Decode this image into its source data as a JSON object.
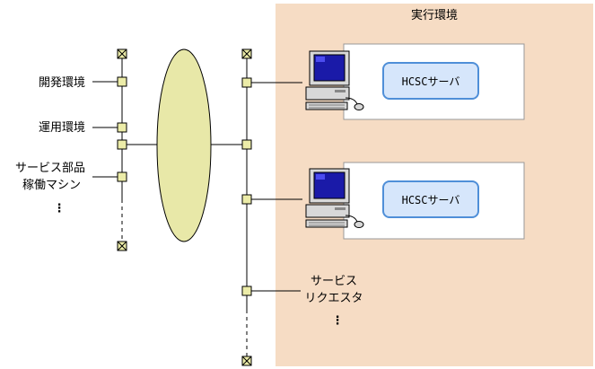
{
  "environment": {
    "title": "実行環境",
    "fill_color": "#f6dcc4"
  },
  "left_bus": {
    "labels": [
      "開発環境",
      "運用環境",
      "サービス部品",
      "稼働マシン"
    ],
    "ellipsis": "⋮"
  },
  "right_bus": {
    "requester_labels": [
      "サービス",
      "リクエスタ"
    ],
    "ellipsis": "⋮"
  },
  "servers": [
    {
      "label": "HCSCサーバ"
    },
    {
      "label": "HCSCサーバ"
    }
  ],
  "colors": {
    "network_ellipse": "#e8e8a8",
    "hcsc_box": "#d6e6fb",
    "hcsc_border": "#4f8fd8",
    "node": "#ececa8",
    "terminator": "#ececa8"
  },
  "icons": [
    "desktop-computer-icon",
    "terminator-icon",
    "connection-node-icon"
  ]
}
